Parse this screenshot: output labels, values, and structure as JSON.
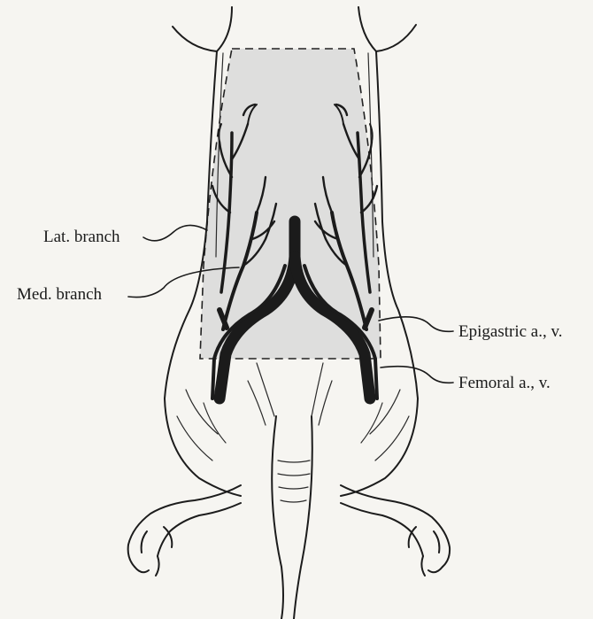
{
  "labels": {
    "lat_branch": "Lat. branch",
    "med_branch": "Med. branch",
    "epigastric": "Epigastric a., v.",
    "femoral": "Femoral a., v."
  },
  "colors": {
    "background": "#f6f5f1",
    "flap_region": "#dcdcdc",
    "vessels": "#1b1b1b"
  }
}
